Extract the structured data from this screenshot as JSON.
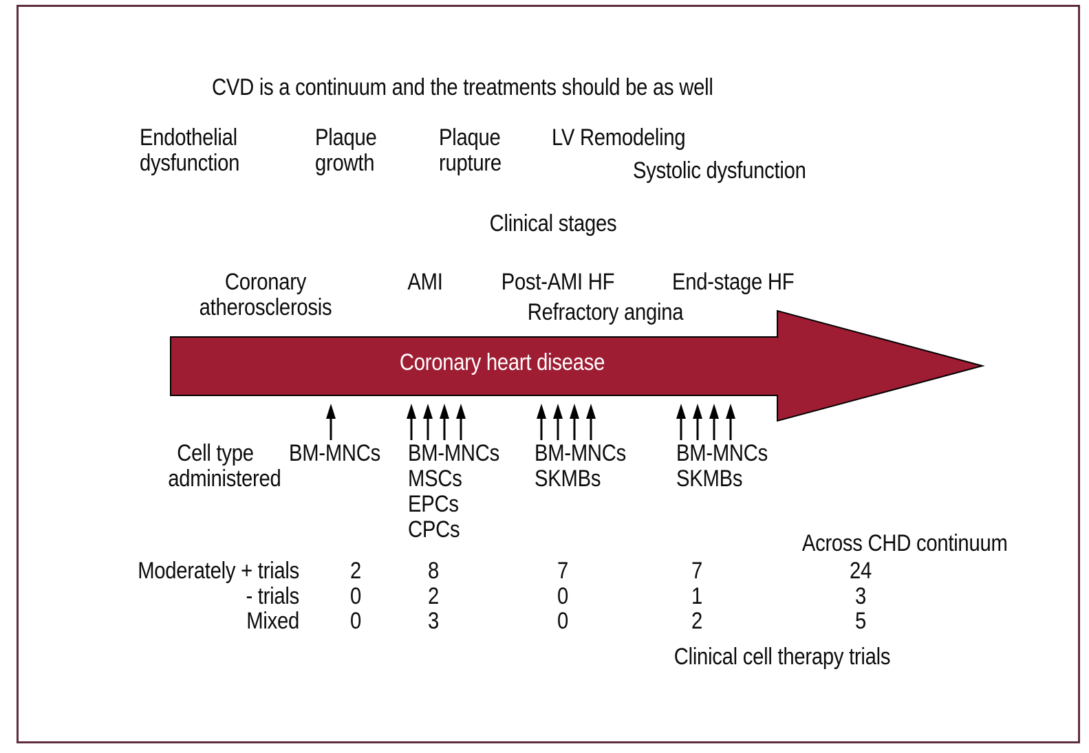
{
  "figure": {
    "title": "CVD is a continuum and the treatments should be as well",
    "colors": {
      "main_arrow_fill": "#9e1d33",
      "frame_border": "#5d2d3b",
      "text": "#0b0b0b"
    },
    "pathophysiology": {
      "endothelial_line1": "Endothelial",
      "endothelial_line2": "dysfunction",
      "plaque_growth_line1": "Plaque",
      "plaque_growth_line2": "growth",
      "plaque_rupture_line1": "Plaque",
      "plaque_rupture_line2": "rupture",
      "lv_remodeling": "LV Remodeling",
      "systolic_dysfunction": "Systolic dysfunction"
    },
    "clinical_stages": {
      "heading": "Clinical stages",
      "stage1_line1": "Coronary",
      "stage1_line2": "atherosclerosis",
      "stage2": "AMI",
      "stage3": "Post-AMI HF",
      "stage3_sub": "Refractory angina",
      "stage4": "End-stage HF"
    },
    "main_arrow": {
      "label": "Coronary heart disease"
    },
    "cell_types": {
      "row_label_line1": "Cell type",
      "row_label_line2": "administered",
      "columns": [
        {
          "stage": "Coronary atherosclerosis",
          "arrows": 1,
          "lines": [
            "BM-MNCs"
          ]
        },
        {
          "stage": "AMI",
          "arrows": 4,
          "lines": [
            "BM-MNCs",
            "MSCs",
            "EPCs",
            "CPCs"
          ]
        },
        {
          "stage": "Post-AMI HF / Refractory angina",
          "arrows": 4,
          "lines": [
            "BM-MNCs",
            "SKMBs"
          ]
        },
        {
          "stage": "End-stage HF",
          "arrows": 4,
          "lines": [
            "BM-MNCs",
            "SKMBs"
          ]
        }
      ]
    },
    "trials": {
      "column_header": "Across CHD continuum",
      "caption": "Clinical cell therapy trials",
      "rows": [
        {
          "label": "Moderately + trials",
          "values": [
            "2",
            "8",
            "7",
            "7",
            "24"
          ]
        },
        {
          "label": "- trials",
          "values": [
            "0",
            "2",
            "0",
            "1",
            "3"
          ]
        },
        {
          "label": "Mixed",
          "values": [
            "0",
            "3",
            "0",
            "2",
            "5"
          ]
        }
      ]
    }
  }
}
